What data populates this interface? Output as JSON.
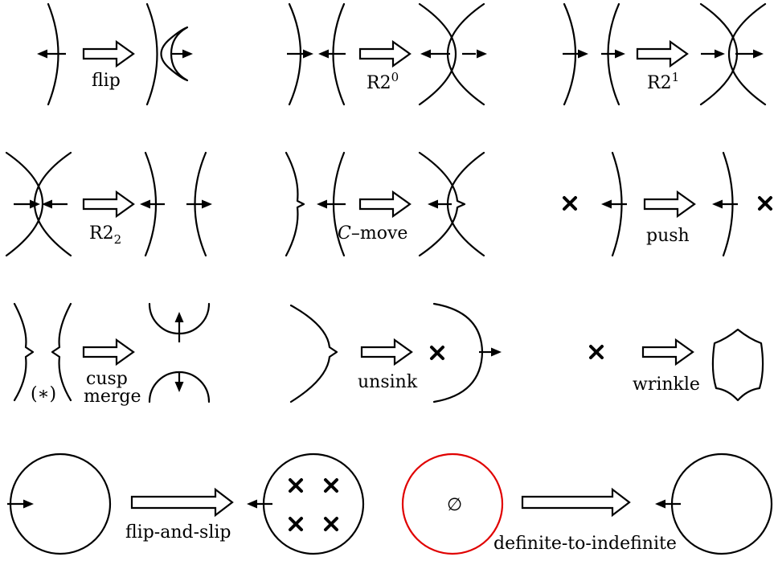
{
  "moves": [
    {
      "id": "flip",
      "label": "flip"
    },
    {
      "id": "r2-0",
      "label": "R2",
      "sup": "0"
    },
    {
      "id": "r2-1",
      "label": "R2",
      "sup": "1"
    },
    {
      "id": "r2-2",
      "label": "R2",
      "sub": "2"
    },
    {
      "id": "c-move",
      "label_italic": "C",
      "label": "–move"
    },
    {
      "id": "push",
      "label": "push"
    },
    {
      "id": "cusp-merge",
      "label_line1": "cusp",
      "label_line2": "merge",
      "note": "(∗)"
    },
    {
      "id": "unsink",
      "label": "unsink"
    },
    {
      "id": "wrinkle",
      "label": "wrinkle"
    },
    {
      "id": "flip-and-slip",
      "label": "flip-and-slip"
    },
    {
      "id": "definite-to-indefinite",
      "label": "definite-to-indefinite",
      "empty_symbol": "∅",
      "empty_circle_color": "#e00000"
    }
  ]
}
